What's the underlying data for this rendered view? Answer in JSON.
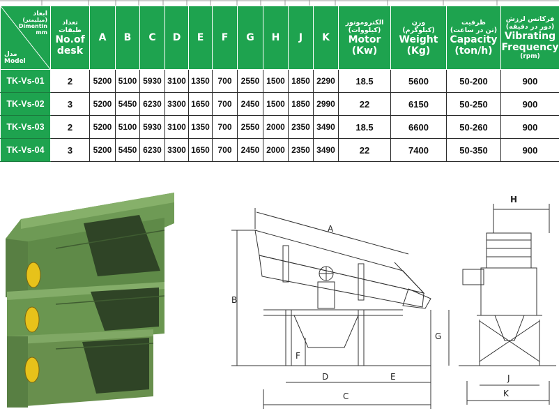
{
  "table": {
    "corner": {
      "dimension_fa": "ابعاد",
      "dimension_unit_fa": "(میلیمتر)",
      "dimension_en": "Dimentin",
      "dimension_unit_en": "mm",
      "model_fa": "مدل",
      "model_en": "Model"
    },
    "decks": {
      "fa": "تعداد طبقات",
      "en": "No.of desk"
    },
    "letters": [
      "A",
      "B",
      "C",
      "D",
      "E",
      "F",
      "G",
      "H",
      "J",
      "K"
    ],
    "motor": {
      "fa": "الکتروموتور",
      "fa_unit": "(کیلووات)",
      "en": "Motor",
      "unit": "(Kw)"
    },
    "weight": {
      "fa": "وزن",
      "fa_unit": "(کیلوگرم)",
      "en": "Weight",
      "unit": "(Kg)"
    },
    "capacity": {
      "fa": "ظرفیت",
      "fa_unit": "(تن در ساعت)",
      "en": "Capacity",
      "unit": "(ton/h)"
    },
    "frequency": {
      "fa": "فرکانس لرزش",
      "fa_unit": "(دور در دقیقه)",
      "en": "Vibrating Frequency",
      "unit": "(rpm)"
    },
    "rows": [
      {
        "model": "TK-Vs-01",
        "decks": "2",
        "dims": [
          "5200",
          "5100",
          "5930",
          "3100",
          "1350",
          "700",
          "2550",
          "1500",
          "1850",
          "2290"
        ],
        "motor": "18.5",
        "weight": "5600",
        "capacity": "50-200",
        "frequency": "900"
      },
      {
        "model": "TK-Vs-02",
        "decks": "3",
        "dims": [
          "5200",
          "5450",
          "6230",
          "3300",
          "1650",
          "700",
          "2450",
          "1500",
          "1850",
          "2990"
        ],
        "motor": "22",
        "weight": "6150",
        "capacity": "50-250",
        "frequency": "900"
      },
      {
        "model": "TK-Vs-03",
        "decks": "2",
        "dims": [
          "5200",
          "5100",
          "5930",
          "3100",
          "1350",
          "700",
          "2550",
          "2000",
          "2350",
          "3490"
        ],
        "motor": "18.5",
        "weight": "6600",
        "capacity": "50-260",
        "frequency": "900"
      },
      {
        "model": "TK-Vs-04",
        "decks": "3",
        "dims": [
          "5200",
          "5450",
          "6230",
          "3300",
          "1650",
          "700",
          "2450",
          "2000",
          "2350",
          "3490"
        ],
        "motor": "22",
        "weight": "7400",
        "capacity": "50-350",
        "frequency": "900"
      }
    ]
  },
  "drawing": {
    "labels": {
      "A": "A",
      "B": "B",
      "C": "C",
      "D": "D",
      "E": "E",
      "F": "F",
      "G": "G",
      "H": "H",
      "J": "J",
      "K": "K"
    }
  },
  "colors": {
    "header_green": "#1ea34f",
    "machine_green": "#6e9a55",
    "motor_yellow": "#e7c21a"
  }
}
